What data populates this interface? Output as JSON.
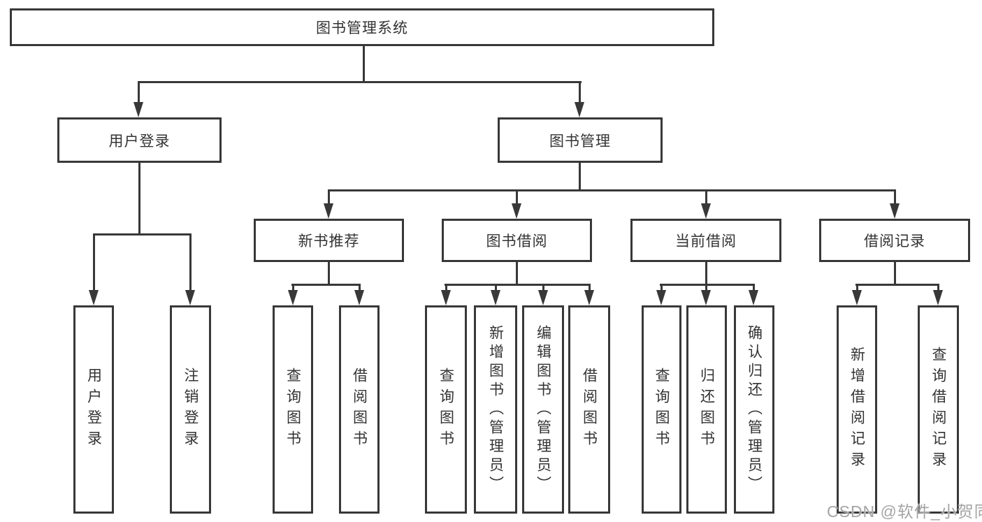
{
  "diagram": {
    "colors": {
      "line": "#383838",
      "text": "#333333",
      "background": "#ffffff",
      "watermark_text": "#949494"
    },
    "tree": {
      "root": "图书管理系统",
      "children": [
        {
          "label": "用户登录",
          "children": [
            "用户登录",
            "注销登录"
          ]
        },
        {
          "label": "图书管理",
          "children": [
            {
              "label": "新书推荐",
              "children": [
                "查询图书",
                "借阅图书"
              ]
            },
            {
              "label": "图书借阅",
              "children": [
                "查询图书",
                "新增图书（管理员）",
                "编辑图书（管理员）",
                "借阅图书"
              ]
            },
            {
              "label": "当前借阅",
              "children": [
                "查询图书",
                "归还图书",
                "确认归还（管理员）"
              ]
            },
            {
              "label": "借阅记录",
              "children": [
                "新增借阅记录",
                "查询借阅记录"
              ]
            }
          ]
        }
      ]
    },
    "watermark": "CSDN @软件_小贺同学"
  }
}
